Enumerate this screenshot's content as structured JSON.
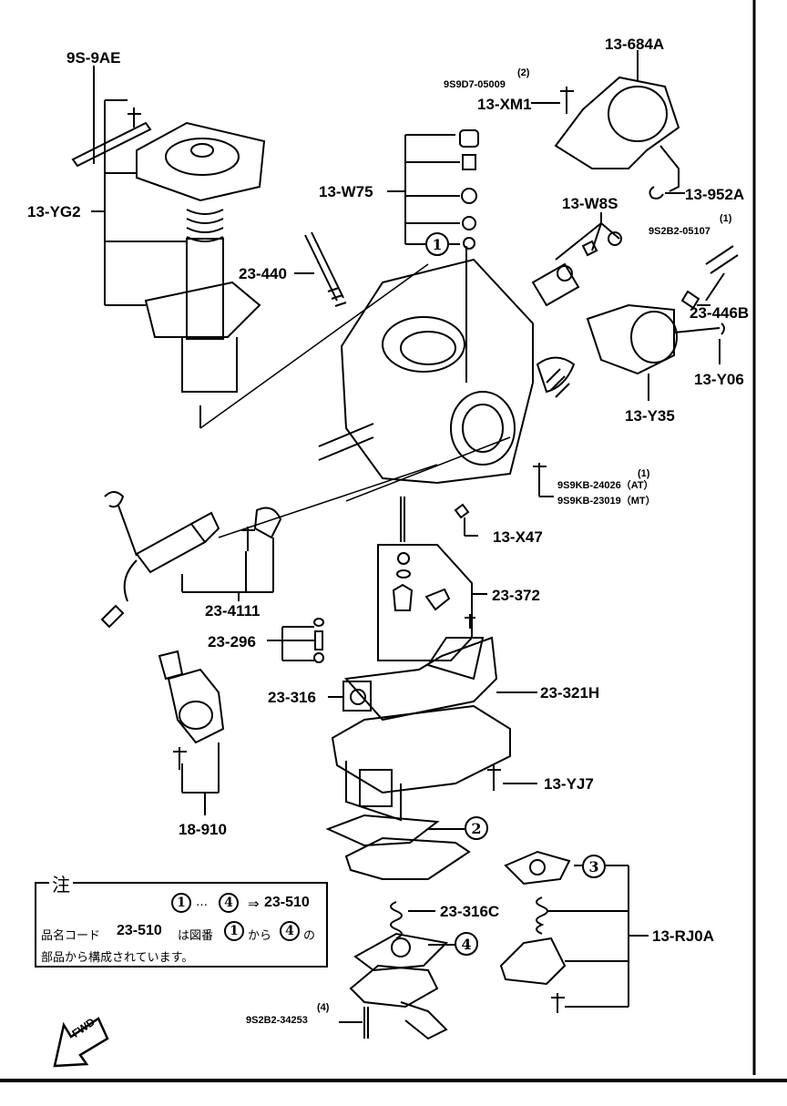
{
  "labels": {
    "p_9s9ae": "9S-9AE",
    "p_13yg2": "13-YG2",
    "p_13w75": "13-W75",
    "p_23440": "23-440",
    "p_13684a": "13-684A",
    "p_9s9d7": "9S9D7-05009",
    "p_9s9d7_qty": "(2)",
    "p_13xm1": "13-XM1",
    "p_13952a": "13-952A",
    "p_13w8s": "13-W8S",
    "p_9s2b2_05107": "9S2B2-05107",
    "p_9s2b2_05107_qty": "(1)",
    "p_23446b": "23-446B",
    "p_13y06": "13-Y06",
    "p_13y35": "13-Y35",
    "p_9s9kb_at": "9S9KB-24026（AT）",
    "p_9s9kb_qty": "(1)",
    "p_9s9kb_mt": "9S9KB-23019（MT）",
    "p_13x47": "13-X47",
    "p_234111": "23-4111",
    "p_23372": "23-372",
    "p_23296": "23-296",
    "p_23316": "23-316",
    "p_23321h": "23-321H",
    "p_13yj7": "13-YJ7",
    "p_18910": "18-910",
    "p_23316c": "23-316C",
    "p_13rj0a": "13-RJ0A",
    "p_9s2b2_34253": "9S2B2-34253",
    "p_9s2b2_34253_qty": "(4)",
    "fwd": "FWD"
  },
  "callouts": {
    "c1": "1",
    "c2": "2",
    "c3": "3",
    "c4": "4"
  },
  "note": {
    "title": "注",
    "from_num": "1",
    "dots": "…",
    "to_num": "4",
    "arrow": "⇒",
    "target": "23-510",
    "line2_a": "品名コード",
    "line2_code": "23-510",
    "line2_b": "は図番",
    "line2_num1": "1",
    "line2_c": "から",
    "line2_num4": "4",
    "line2_d": "の",
    "line3": "部品から構成されています。"
  },
  "style": {
    "ink": "#000000",
    "paper": "#ffffff"
  }
}
